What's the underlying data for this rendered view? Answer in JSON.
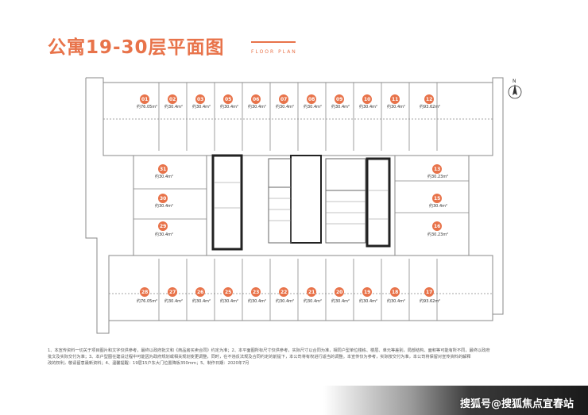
{
  "colors": {
    "accent": "#e8734a",
    "wall": "#222222",
    "line": "#888888"
  },
  "header": {
    "title": "公寓19-30层平面图",
    "subtitle": "FLOOR PLAN"
  },
  "north": {
    "label": "N"
  },
  "units": [
    {
      "num": "01",
      "area": "约76.05m²"
    },
    {
      "num": "02",
      "area": "约30.4m²"
    },
    {
      "num": "03",
      "area": "约30.4m²"
    },
    {
      "num": "05",
      "area": "约30.4m²"
    },
    {
      "num": "06",
      "area": "约30.4m²"
    },
    {
      "num": "07",
      "area": "约30.4m²"
    },
    {
      "num": "08",
      "area": "约30.4m²"
    },
    {
      "num": "09",
      "area": "约30.4m²"
    },
    {
      "num": "10",
      "area": "约30.4m²"
    },
    {
      "num": "11",
      "area": "约30.4m²"
    },
    {
      "num": "12",
      "area": "约93.62m²"
    },
    {
      "num": "13",
      "area": "约30.23m²"
    },
    {
      "num": "15",
      "area": "约30.4m²"
    },
    {
      "num": "16",
      "area": "约30.23m²"
    },
    {
      "num": "17",
      "area": "约93.62m²"
    },
    {
      "num": "18",
      "area": "约30.4m²"
    },
    {
      "num": "19",
      "area": "约30.4m²"
    },
    {
      "num": "20",
      "area": "约30.4m²"
    },
    {
      "num": "21",
      "area": "约30.4m²"
    },
    {
      "num": "22",
      "area": "约30.4m²"
    },
    {
      "num": "23",
      "area": "约30.4m²"
    },
    {
      "num": "25",
      "area": "约30.4m²"
    },
    {
      "num": "26",
      "area": "约30.4m²"
    },
    {
      "num": "27",
      "area": "约30.4m²"
    },
    {
      "num": "28",
      "area": "约76.05m²"
    },
    {
      "num": "29",
      "area": "约30.4m²"
    },
    {
      "num": "30",
      "area": "约30.4m²"
    },
    {
      "num": "31",
      "area": "约30.4m²"
    }
  ],
  "notes": [
    "1、本宣传资料一切关于项目图片和文字仅供参考，最终以政府批文和《商品房买卖合同》约定为准；2、本平面图所标尺寸仅供参考，实际尺寸以合同为准，相同户型单位楼栋、楼层、单元等差别，局部结构、面积等可能有所不同，最终以政府",
    "批文及实际交付为准；3、本户型图在建设过程中可能因为政府规划或相关规划变更调整，同时，在不违反法规及合同约定的前提下，本公司将有权进行适当的调整。本宣传仅为参考，实际按交付为准，本公司将保留对宣传资料的解释",
    "改的权利，敬请留意最新资料；4、温馨提醒：19层15户东大门位置降板350mm；5、制作日期：2020年7月"
  ],
  "watermark": "搜狐号@搜狐焦点宜春站"
}
